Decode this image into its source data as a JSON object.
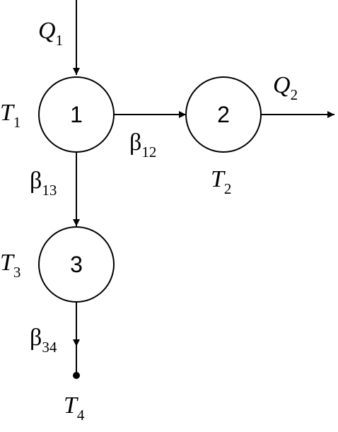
{
  "nodes": [
    {
      "id": "1",
      "label": "1"
    },
    {
      "id": "2",
      "label": "2"
    },
    {
      "id": "3",
      "label": "3"
    }
  ],
  "temperatures": {
    "t1": {
      "main": "T",
      "sub": "1"
    },
    "t2": {
      "main": "T",
      "sub": "2"
    },
    "t3": {
      "main": "T",
      "sub": "3"
    },
    "t4": {
      "main": "T",
      "sub": "4"
    }
  },
  "flows": {
    "q1": {
      "main": "Q",
      "sub": "1"
    },
    "q2": {
      "main": "Q",
      "sub": "2"
    }
  },
  "couplings": {
    "b12": {
      "main": "β",
      "sub": "12"
    },
    "b13": {
      "main": "β",
      "sub": "13"
    },
    "b34": {
      "main": "β",
      "sub": "34"
    }
  }
}
